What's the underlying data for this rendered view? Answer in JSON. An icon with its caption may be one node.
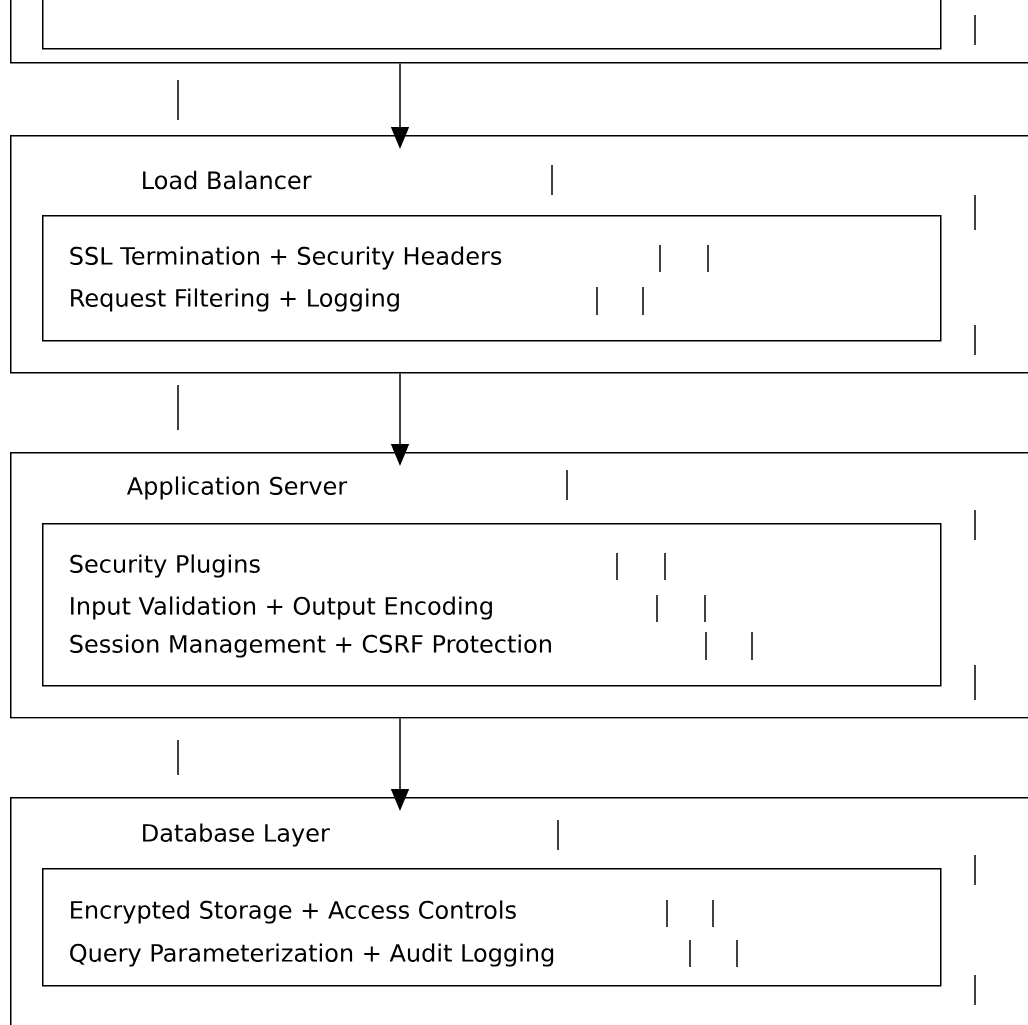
{
  "diagram": {
    "nodes": [
      {
        "text": [],
        "shape": "box"
      },
      {
        "text": [],
        "shape": "box",
        "in": 0
      },
      {
        "text": [
          "Load Balancer"
        ]
      },
      {
        "text": [
          "SSL Termination + Security Headers",
          "Request Filtering + Logging"
        ],
        "in": 2
      },
      {
        "text": [
          "Application Server"
        ]
      },
      {
        "text": [
          "Security Plugins",
          "Input Validation + Output Encoding",
          "Session Management + CSRF Protection"
        ],
        "in": 4
      },
      {
        "text": [
          "Database Layer"
        ]
      },
      {
        "text": [
          "Encrypted Storage + Access Controls",
          "Query Parameterization + Audit Logging"
        ],
        "in": 6
      }
    ],
    "edges": [
      {
        "from": 0,
        "to": 2,
        "arrow": "to"
      },
      {
        "from": 2,
        "to": 4,
        "arrow": "to"
      },
      {
        "from": 4,
        "to": 6,
        "arrow": "to"
      }
    ]
  }
}
